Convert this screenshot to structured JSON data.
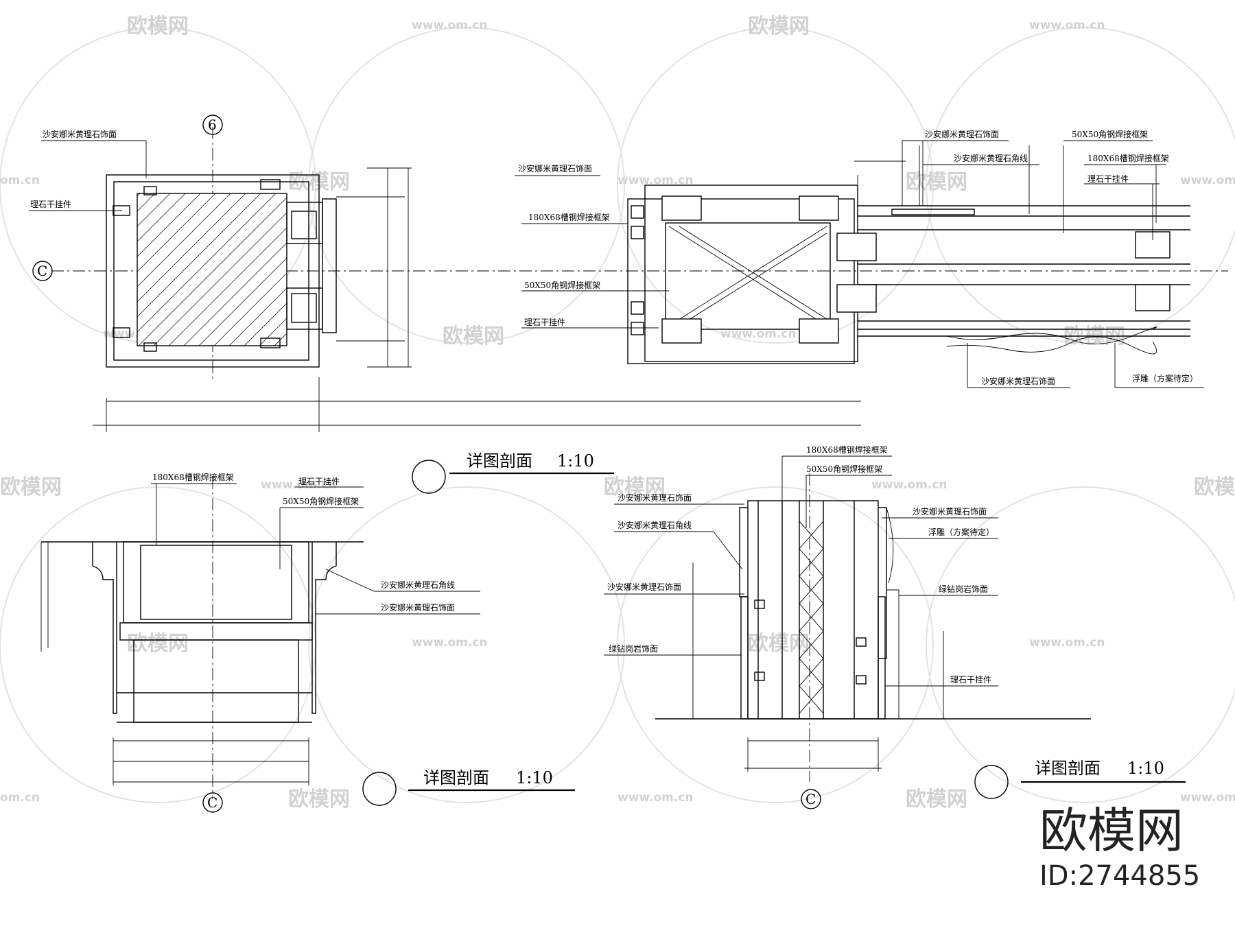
{
  "watermark": {
    "brand": "欧模网",
    "url": "www.om.cn",
    "url_short": "om.cn"
  },
  "brand_block": {
    "name": "欧模网",
    "id": "ID:2744855"
  },
  "axes": {
    "six": "6",
    "c": "C"
  },
  "view1": {
    "labels": {
      "facing_top": "沙安娜米黄理石饰面",
      "dry_hang": "理石干挂件"
    }
  },
  "view2": {
    "labels": {
      "facing": "沙安娜米黄理石饰面",
      "channel": "180X68槽钢焊接框架",
      "angle": "50X50角钢焊接框架",
      "dry_hang": "理石干挂件",
      "facing_r1": "沙安娜米黄理石饰面",
      "corner_r": "沙安娜米黄理石角线",
      "angle_r": "50X50角钢焊接框架",
      "channel_r": "180X68槽钢焊接框架",
      "dry_hang_r": "理石干挂件",
      "facing_bottom": "沙安娜米黄理石饰面",
      "relief": "浮雕（方案待定）"
    },
    "title": "详图剖面",
    "scale": "1:10"
  },
  "view3": {
    "labels": {
      "channel": "180X68槽钢焊接框架",
      "dry_hang": "理石干挂件",
      "angle": "50X50角钢焊接框架",
      "corner": "沙安娜米黄理石角线",
      "facing": "沙安娜米黄理石饰面"
    },
    "title": "详图剖面",
    "scale": "1:10"
  },
  "view4": {
    "labels": {
      "channel": "180X68槽钢焊接框架",
      "angle": "50X50角钢焊接框架",
      "facing_l1": "沙安娜米黄理石饰面",
      "corner_l": "沙安娜米黄理石角线",
      "facing_l2": "沙安娜米黄理石饰面",
      "granite_l": "绿钻岗岩饰面",
      "facing_r": "沙安娜米黄理石饰面",
      "relief": "浮雕（方案待定）",
      "granite_r": "绿钻岗岩饰面",
      "dry_hang": "理石干挂件"
    },
    "title": "详图剖面",
    "scale": "1:10"
  }
}
